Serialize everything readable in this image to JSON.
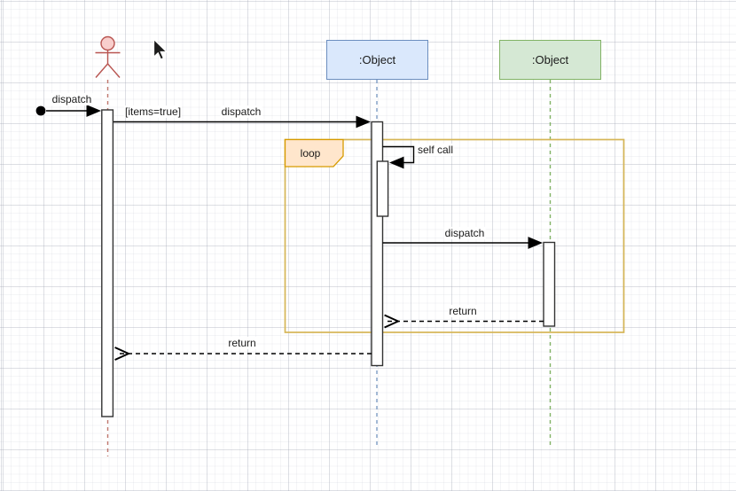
{
  "canvas": {
    "background": "#ffffff",
    "grid_minor_color": "#eef0f4",
    "grid_major_color": "#e2e4ea"
  },
  "participants": {
    "actor": {
      "type": "actor",
      "stroke": "#b85450",
      "head_fill": "#f8cecc"
    },
    "object1": {
      "label": ":Object",
      "fill": "#dae8fc",
      "stroke": "#6c8ebf"
    },
    "object2": {
      "label": ":Object",
      "fill": "#d5e8d4",
      "stroke": "#82b366"
    }
  },
  "fragment": {
    "label": "loop",
    "frame_stroke": "#d6b656",
    "tab_fill": "#ffe6cc",
    "tab_stroke": "#d79b00"
  },
  "messages": {
    "start": {
      "label": "dispatch"
    },
    "dispatch_guarded": {
      "guard": "[items=true]",
      "label": "dispatch"
    },
    "self_call": {
      "label": "self call"
    },
    "dispatch_nested": {
      "label": "dispatch"
    },
    "return_nested": {
      "label": "return"
    },
    "return_final": {
      "label": "return"
    }
  },
  "cursor": {
    "icon": "arrow-pointer"
  }
}
